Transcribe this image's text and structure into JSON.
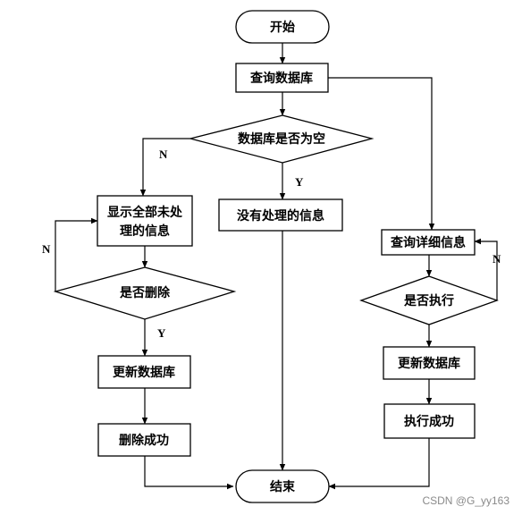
{
  "nodes": {
    "start": "开始",
    "query_db": "查询数据库",
    "db_empty": "数据库是否为空",
    "show_unprocessed_line1": "显示全部未处",
    "show_unprocessed_line2": "理的信息",
    "no_unprocessed": "没有处理的信息",
    "query_detail": "查询详细信息",
    "delete_q": "是否删除",
    "update_db_left": "更新数据库",
    "delete_success": "删除成功",
    "execute_q": "是否执行",
    "update_db_right": "更新数据库",
    "execute_success": "执行成功",
    "end": "结束"
  },
  "edge_labels": {
    "db_empty_no": "N",
    "db_empty_yes": "Y",
    "delete_no": "N",
    "delete_yes": "Y",
    "execute_no": "N"
  },
  "watermark": "CSDN @G_yy163"
}
